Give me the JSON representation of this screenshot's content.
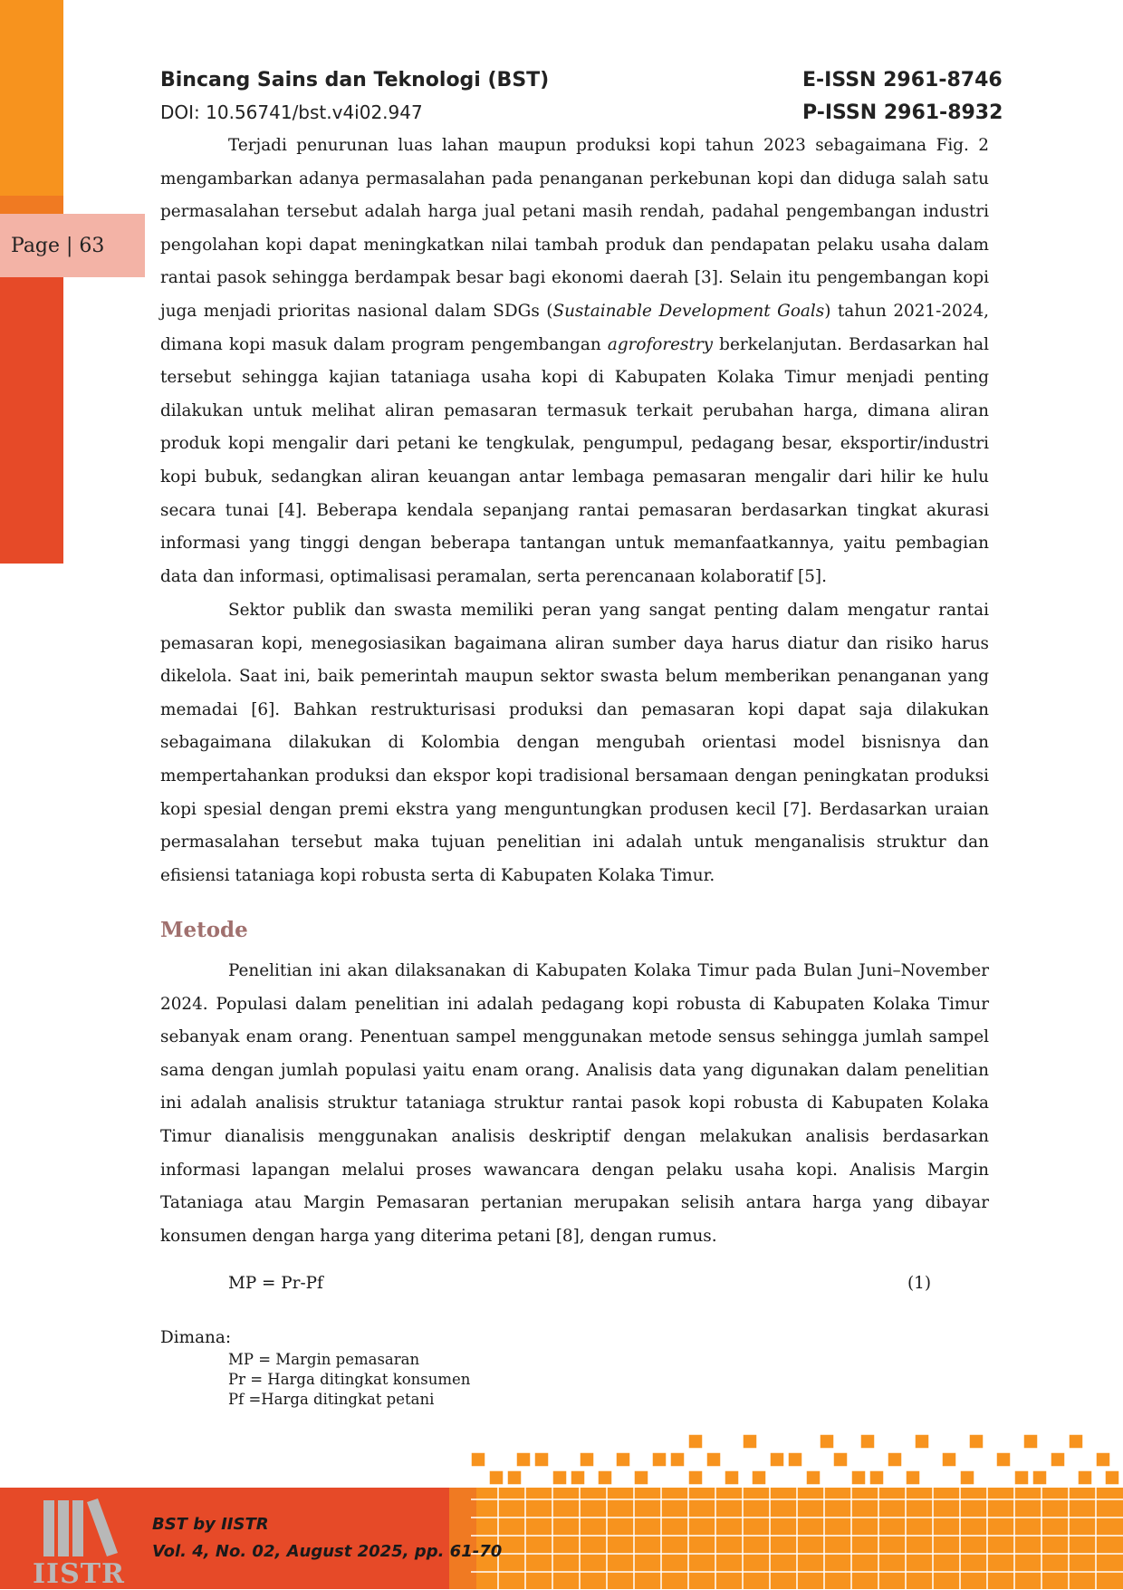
{
  "header": {
    "journal_title": "Bincang Sains dan Teknologi (BST)",
    "doi": "DOI: 10.56741/bst.v4i02.947",
    "eissn": "E-ISSN 2961-8746",
    "pissn": "P-ISSN 2961-8932"
  },
  "page_label": "Page | 63",
  "paragraphs": {
    "p1": [
      "Terjadi penurunan luas lahan maupun produksi kopi tahun 2023 sebagaimana Fig. 2 mengambarkan adanya permasalahan pada penanganan perkebunan kopi dan diduga salah satu permasalahan tersebut adalah harga jual petani masih rendah, padahal pengembangan industri pengolahan kopi dapat meningkatkan nilai tambah produk dan pendapatan pelaku usaha dalam rantai pasok sehingga berdampak besar bagi ekonomi daerah [3]. Selain itu pengembangan kopi juga menjadi prioritas nasional dalam SDGs (",
      "Sustainable Development Goals",
      ") tahun 2021-2024, dimana kopi masuk dalam program pengembangan ",
      "agroforestry",
      " berkelanjutan. Berdasarkan hal tersebut sehingga kajian tataniaga usaha kopi di Kabupaten Kolaka Timur menjadi penting dilakukan untuk melihat aliran pemasaran termasuk terkait perubahan harga, dimana aliran produk kopi mengalir dari petani ke tengkulak, pengumpul, pedagang besar, eksportir/industri kopi bubuk, sedangkan aliran keuangan antar lembaga pemasaran mengalir dari hilir ke hulu secara tunai [4]. Beberapa kendala sepanjang rantai pemasaran berdasarkan tingkat akurasi informasi yang tinggi dengan beberapa tantangan untuk memanfaatkannya, yaitu pembagian data dan informasi, optimalisasi peramalan, serta perencanaan kolaboratif [5]."
    ],
    "p2": "Sektor publik dan swasta memiliki peran yang sangat penting dalam mengatur rantai pemasaran kopi, menegosiasikan bagaimana aliran sumber daya harus diatur dan risiko harus dikelola. Saat ini, baik pemerintah maupun sektor swasta belum memberikan penanganan yang memadai [6]. Bahkan restrukturisasi produksi dan pemasaran kopi dapat saja dilakukan sebagaimana dilakukan di Kolombia dengan mengubah orientasi model bisnisnya dan mempertahankan produksi dan ekspor kopi tradisional bersamaan dengan peningkatan produksi kopi spesial dengan premi ekstra yang menguntungkan produsen kecil [7]. Berdasarkan uraian permasalahan tersebut maka tujuan penelitian ini adalah untuk menganalisis struktur dan efisiensi tataniaga kopi robusta serta  di Kabupaten Kolaka Timur.",
    "section_title": "Metode",
    "p3": "Penelitian ini akan dilaksanakan di Kabupaten Kolaka Timur pada Bulan Juni–November 2024. Populasi dalam penelitian ini adalah pedagang kopi robusta di Kabupaten Kolaka Timur sebanyak enam orang. Penentuan sampel menggunakan metode sensus sehingga jumlah sampel sama dengan jumlah populasi yaitu enam orang. Analisis data yang digunakan dalam penelitian ini adalah analisis struktur tataniaga struktur rantai pasok kopi robusta di Kabupaten Kolaka Timur dianalisis menggunakan analisis deskriptif dengan melakukan analisis berdasarkan informasi lapangan melalui proses wawancara dengan pelaku usaha kopi. Analisis Margin Tataniaga atau Margin Pemasaran pertanian merupakan selisih antara harga yang dibayar konsumen dengan harga yang diterima petani [8], dengan rumus."
  },
  "equation": {
    "formula": "MP = Pr-Pf",
    "number": "(1)"
  },
  "definitions": {
    "label": "Dimana:",
    "items": [
      "MP = Margin pemasaran",
      "Pr = Harga ditingkat konsumen",
      "Pf =Harga ditingkat petani"
    ]
  },
  "footer": {
    "line1": "BST by IISTR",
    "line2": "Vol. 4, No. 02, August 2025, pp. 61-70",
    "logo_text": "IISTR"
  }
}
